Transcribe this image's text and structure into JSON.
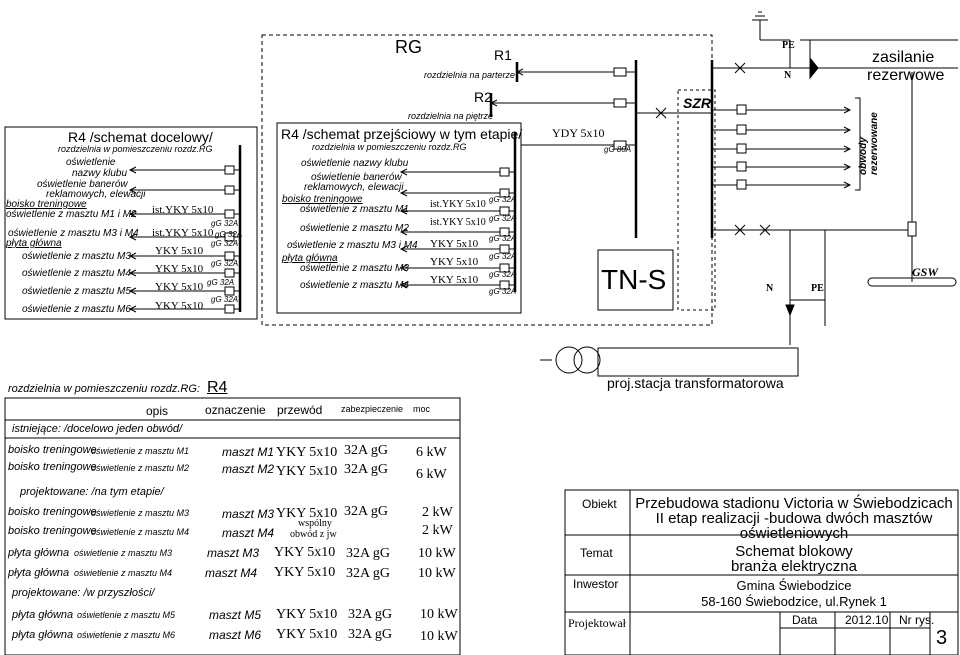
{
  "rg": {
    "title": "RG"
  },
  "r1": {
    "label": "R1",
    "sub": "rozdzielnia na parterze"
  },
  "r2": {
    "label": "R2",
    "sub": "rozdzielnia na piętrze"
  },
  "feeder": {
    "cable": "YDY 5x10",
    "fuse": "gG 80A"
  },
  "szr": "SZR",
  "tns": "TN-S",
  "reserve": {
    "label1": "zasilanie",
    "label2": "rezerwowe",
    "circuits": "obwody rezerwowane",
    "gsw": "GSW"
  },
  "conductors": {
    "pe_top": "PE",
    "n_top": "N",
    "n_bot": "N",
    "pe_bot": "PE"
  },
  "target_panel": {
    "title": "R4 /schemat docelowy/",
    "sub": "rozdzielnia w pomieszczeniu rozdz.RG",
    "c1": "oświetlenie",
    "c2": "nazwy klubu",
    "c3": "oświetlenie banerów",
    "c4": "reklamowych, elewacji",
    "c5a": "boisko treningowe",
    "c5b": "oświetlenie z masztu M1 i M2",
    "c6": "oświetlenie z masztu M3 i M4",
    "c7": "płyta główna",
    "c8": "oświetlenie z masztu M3",
    "c9": "oświetlenie z masztu M4",
    "c10": "oświetlenie z masztu M5",
    "c11": "oświetlenie z masztu M6",
    "k1": "ist.YKY 5x10",
    "k2": "ist.YKY 5x10",
    "k3": "YKY 5x10",
    "k4": "YKY 5x10",
    "k5": "YKY 5x10",
    "k6": "YKY 5x10",
    "f1": "gG 32A",
    "f2": "gG 32A",
    "f3": "gG 32A",
    "f4": "gG 32A",
    "f5": "gG 32A",
    "f6": "gG 32A"
  },
  "transition_panel": {
    "title": "R4 /schemat przejściowy w tym etapie/",
    "sub": "rozdzielnia w pomieszczeniu rozdz.RG",
    "c1": "oświetlenie  nazwy klubu",
    "c2": "oświetlenie banerów",
    "c3": "reklamowych, elewacji",
    "c4a": "boisko treningowe",
    "c4b": "oświetlenie z masztu M1",
    "c5": "oświetlenie z masztu M2",
    "c6": "oświetlenie z masztu M3 i M4",
    "c7": "płyta główna",
    "c8": "oświetlenie z masztu M3",
    "c9": "oświetlenie z masztu M4",
    "k1": "ist.YKY 5x10",
    "k2": "ist.YKY 5x10",
    "k3": "YKY 5x10",
    "k4": "YKY 5x10",
    "k5": "YKY 5x10",
    "f1": "gG 32A",
    "f2": "gG 32A",
    "f3": "gG 32A",
    "f4": "gG 32A",
    "f5": "gG 32A",
    "f6": "gG 32A"
  },
  "station": "proj.stacja transformatorowa",
  "table": {
    "caption": "rozdzielnia w pomieszczeniu rozdz.RG:",
    "caption_id": "R4",
    "h_opis": "opis",
    "h_ozn": "oznaczenie",
    "h_przewod": "przewód",
    "h_zab": "zabezpieczenie",
    "h_moc": "moc",
    "sec1": "istniejące: /docelowo jeden obwód/",
    "sec2": "projektowane: /na tym etapie/",
    "sec3": "projektowane: /w przyszłości/",
    "rows": [
      {
        "a": "boisko treningowe",
        "b": "oświetlenie z masztu M1",
        "m": "maszt M1",
        "k": "YKY 5x10",
        "z": "32A gG",
        "p": "6 kW"
      },
      {
        "a": "boisko treningowe",
        "b": "oświetlenie z masztu M2",
        "m": "maszt M2",
        "k": "YKY 5x10",
        "z": "32A gG",
        "p": "6 kW"
      },
      {
        "a": "boisko treningowe",
        "b": "oświetlenie z masztu M3",
        "m": "maszt M3",
        "k": "YKY 5x10",
        "z": "32A gG",
        "p": "2 kW"
      },
      {
        "a": "boisko treningowe",
        "b": "oświetlenie z masztu M4",
        "m": "maszt M4",
        "k1": "wspólny",
        "k2": "obwód z jw",
        "p": "2 kW"
      },
      {
        "a": "płyta główna",
        "b": "oświetlenie z masztu M3",
        "m": "maszt M3",
        "k": "YKY 5x10",
        "z": "32A gG",
        "p": "10 kW"
      },
      {
        "a": "płyta główna",
        "b": "oświetlenie z masztu M4",
        "m": "maszt M4",
        "k": "YKY 5x10",
        "z": "32A gG",
        "p": "10 kW"
      },
      {
        "a": "płyta główna",
        "b": "oświetlenie z masztu M5",
        "m": "maszt M5",
        "k": "YKY 5x10",
        "z": "32A gG",
        "p": "10 kW"
      },
      {
        "a": "płyta główna",
        "b": "oświetlenie z masztu M6",
        "m": "maszt M6",
        "k": "YKY 5x10",
        "z": "32A gG",
        "p": "10 kW"
      }
    ]
  },
  "titleblock": {
    "l_obiekt": "Obiekt",
    "obiekt1": "Przebudowa stadionu Victoria w Świebodzicach",
    "obiekt2": "II etap realizacji -budowa dwóch masztów",
    "obiekt3": "oświetleniowych",
    "l_temat": "Temat",
    "temat1": "Schemat blokowy",
    "temat2": "branża elektryczna",
    "l_inwestor": "Inwestor",
    "inw1": "Gmina Świebodzice",
    "inw2": "58-160 Świebodzice, ul.Rynek 1",
    "l_projektowal": "Projektował",
    "l_data": "Data",
    "data": "2012.10",
    "l_nr": "Nr rys.",
    "nr": "3"
  }
}
